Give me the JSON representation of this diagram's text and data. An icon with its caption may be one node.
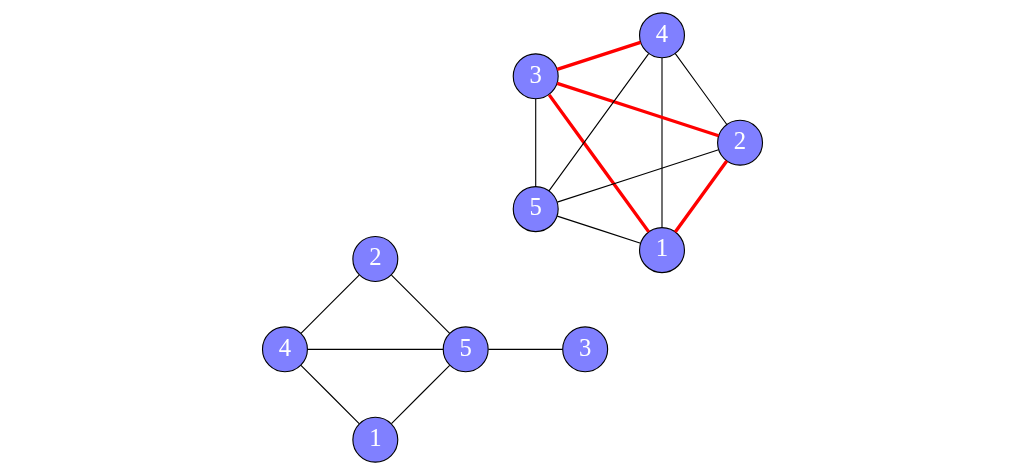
{
  "diagram": {
    "nodes": [
      {
        "text": [
          "1"
        ]
      },
      {
        "text": [
          "2"
        ]
      },
      {
        "text": [
          "3"
        ]
      },
      {
        "text": [
          "4"
        ]
      },
      {
        "text": [
          "5"
        ]
      },
      {
        "text": [
          "1"
        ]
      },
      {
        "text": [
          "2"
        ]
      },
      {
        "text": [
          "3"
        ]
      },
      {
        "text": [
          "4"
        ]
      },
      {
        "text": [
          "5"
        ]
      }
    ],
    "edges": [
      {
        "from": 0,
        "to": 1,
        "arrow": "none",
        "style": "thick",
        "color": "#ff0000"
      },
      {
        "from": 1,
        "to": 2,
        "arrow": "none",
        "style": "thick",
        "color": "#ff0000"
      },
      {
        "from": 0,
        "to": 2,
        "arrow": "none",
        "style": "thick",
        "color": "#ff0000"
      },
      {
        "from": 2,
        "to": 3,
        "arrow": "none",
        "style": "thick",
        "color": "#ff0000"
      },
      {
        "from": 0,
        "to": 4,
        "arrow": "none"
      },
      {
        "from": 0,
        "to": 3,
        "arrow": "none"
      },
      {
        "from": 1,
        "to": 4,
        "arrow": "none"
      },
      {
        "from": 1,
        "to": 3,
        "arrow": "none"
      },
      {
        "from": 2,
        "to": 4,
        "arrow": "none"
      },
      {
        "from": 4,
        "to": 3,
        "arrow": "none"
      },
      {
        "from": 5,
        "to": 9,
        "arrow": "none"
      },
      {
        "from": 5,
        "to": 8,
        "arrow": "none"
      },
      {
        "from": 6,
        "to": 9,
        "arrow": "none"
      },
      {
        "from": 6,
        "to": 8,
        "arrow": "none"
      },
      {
        "from": 7,
        "to": 9,
        "arrow": "none"
      },
      {
        "from": 9,
        "to": 8,
        "arrow": "none"
      }
    ]
  }
}
